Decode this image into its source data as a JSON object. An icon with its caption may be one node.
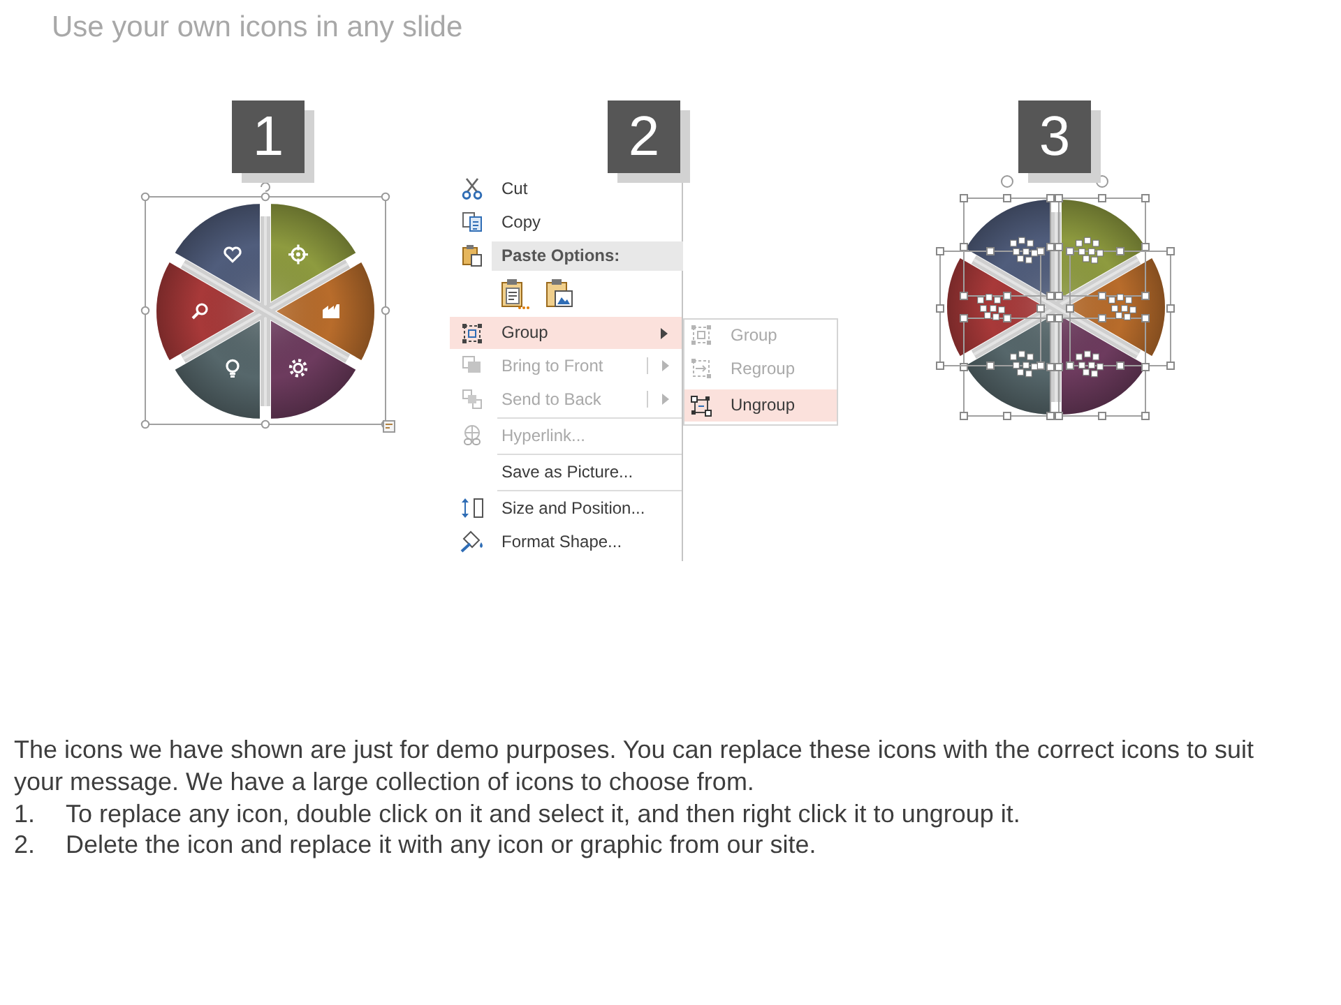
{
  "diagram": {
    "title": "Use your own icons in any slide",
    "nodes": [
      {
        "text": [
          "1"
        ]
      },
      {
        "text": [
          "2"
        ]
      },
      {
        "text": [
          "3"
        ]
      },
      {
        "text": [
          "Cut",
          "Copy",
          "Paste Options:",
          "Group",
          "Bring to Front",
          "Send to Back",
          "Hyperlink...",
          "Save as Picture...",
          "Size and Position...",
          "Format Shape..."
        ]
      },
      {
        "text": [
          "Group",
          "Regroup",
          "Ungroup"
        ]
      }
    ],
    "labels": [
      "The icons we have shown are just for demo purposes. You can replace these icons with the correct icons to suit your message. We have a large collection of icons to choose from.",
      "1.",
      "To replace any icon, double click on it and select it, and then right click it to ungroup it.",
      "2.",
      "Delete the icon and replace it with any icon or graphic from our site."
    ]
  }
}
